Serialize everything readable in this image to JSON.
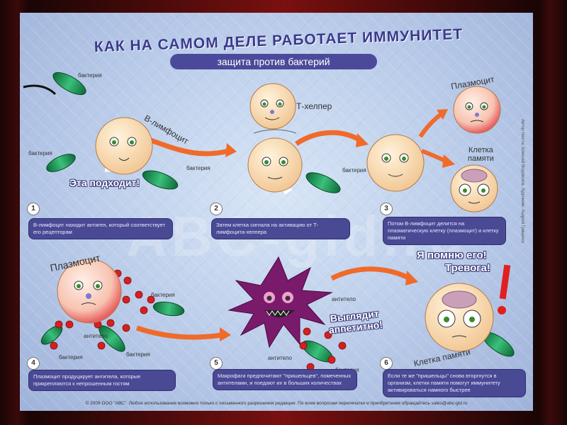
{
  "title": "КАК НА САМОМ ДЕЛЕ РАБОТАЕТ ИММУНИТЕТ",
  "subtitle": "защита против бактерий",
  "labels": {
    "bacteria": "бактерия",
    "b_lymphocyte": "B-лимфоцит",
    "t_helper": "Т-хелпер",
    "plasmocyte": "Плазмоцит",
    "memory_cell_2line_1": "Клетка",
    "memory_cell_2line_2": "памяти",
    "memory_cell": "Клетка памяти",
    "antibody": "антитело",
    "this_fits": "Эта подходит!",
    "looks_tasty": "Выглядит аппетитно!",
    "remember": "Я помню его!",
    "alarm": "Тревога!"
  },
  "steps": [
    {
      "num": "1",
      "text": "B-лимфоцит находит антиген, который соответствует его рецепторам"
    },
    {
      "num": "2",
      "text": "Затем клетка сигнала на активацию от Т-лимфоцита-хелпера"
    },
    {
      "num": "3",
      "text": "Потом B-лимфоцит делится на плазматическую клетку (плазмоцит) и клетку памяти"
    },
    {
      "num": "4",
      "text": "Плазмоцит продуцирует антитела, которые прикрепляются к непрошенным гостям"
    },
    {
      "num": "5",
      "text": "Макрофаги предпочитают \"пришельцев\", помеченных антителами, и поедают их в больших количествах"
    },
    {
      "num": "6",
      "text": "Если те же \"пришельцы\" снова вторгнутся в организм, клетки памяти помогут иммунитету активироваться намного быстрее"
    }
  ],
  "side_credit": "Автор текста: Алексей Водовозов. Художник: Андрей Гриценко",
  "footer": "© 2009 ООО \"АВС\". Любое использование возможно только с письменного разрешения редакции. По всем вопросам перепечатки и приобретения обращайтесь sales@abc-gid.ru",
  "watermark": "ABC-gid.ru",
  "colors": {
    "banner": "#4b4a9a",
    "bacteria": "#1f9a5a",
    "macrophage": "#7a1a6a",
    "antibody": "#d42020",
    "arrow": "#f06a2a"
  }
}
